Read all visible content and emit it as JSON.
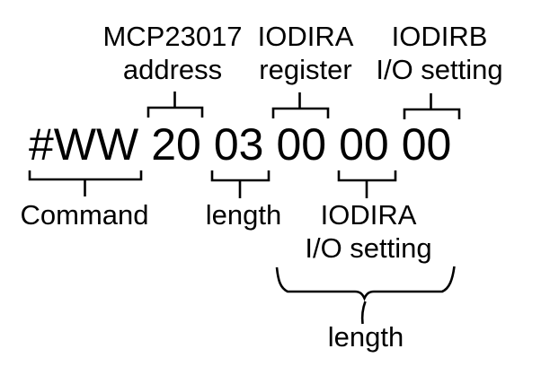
{
  "command": {
    "full_string": "#WW 20 03 00 00 00",
    "tokens": [
      {
        "text": "#WW",
        "meaning": "Command"
      },
      {
        "text": "20",
        "meaning": "MCP23017 address"
      },
      {
        "text": "03",
        "meaning": "length"
      },
      {
        "text": "00",
        "meaning": "IODIRA register"
      },
      {
        "text": "00",
        "meaning": "IODIRA I/O setting"
      },
      {
        "text": "00",
        "meaning": "IODIRB I/O setting"
      }
    ]
  },
  "annotations": {
    "top": [
      {
        "lines": [
          "MCP23017",
          "address"
        ]
      },
      {
        "lines": [
          "IODIRA",
          "register"
        ]
      },
      {
        "lines": [
          "IODIRB",
          "I/O setting"
        ]
      }
    ],
    "bottom": [
      {
        "lines": [
          "Command"
        ]
      },
      {
        "lines": [
          "length"
        ]
      },
      {
        "lines": [
          "IODIRA",
          "I/O setting"
        ]
      }
    ],
    "brace_bottom": {
      "label": "length"
    }
  },
  "colors": {
    "ink": "#000000",
    "background": "#ffffff"
  }
}
